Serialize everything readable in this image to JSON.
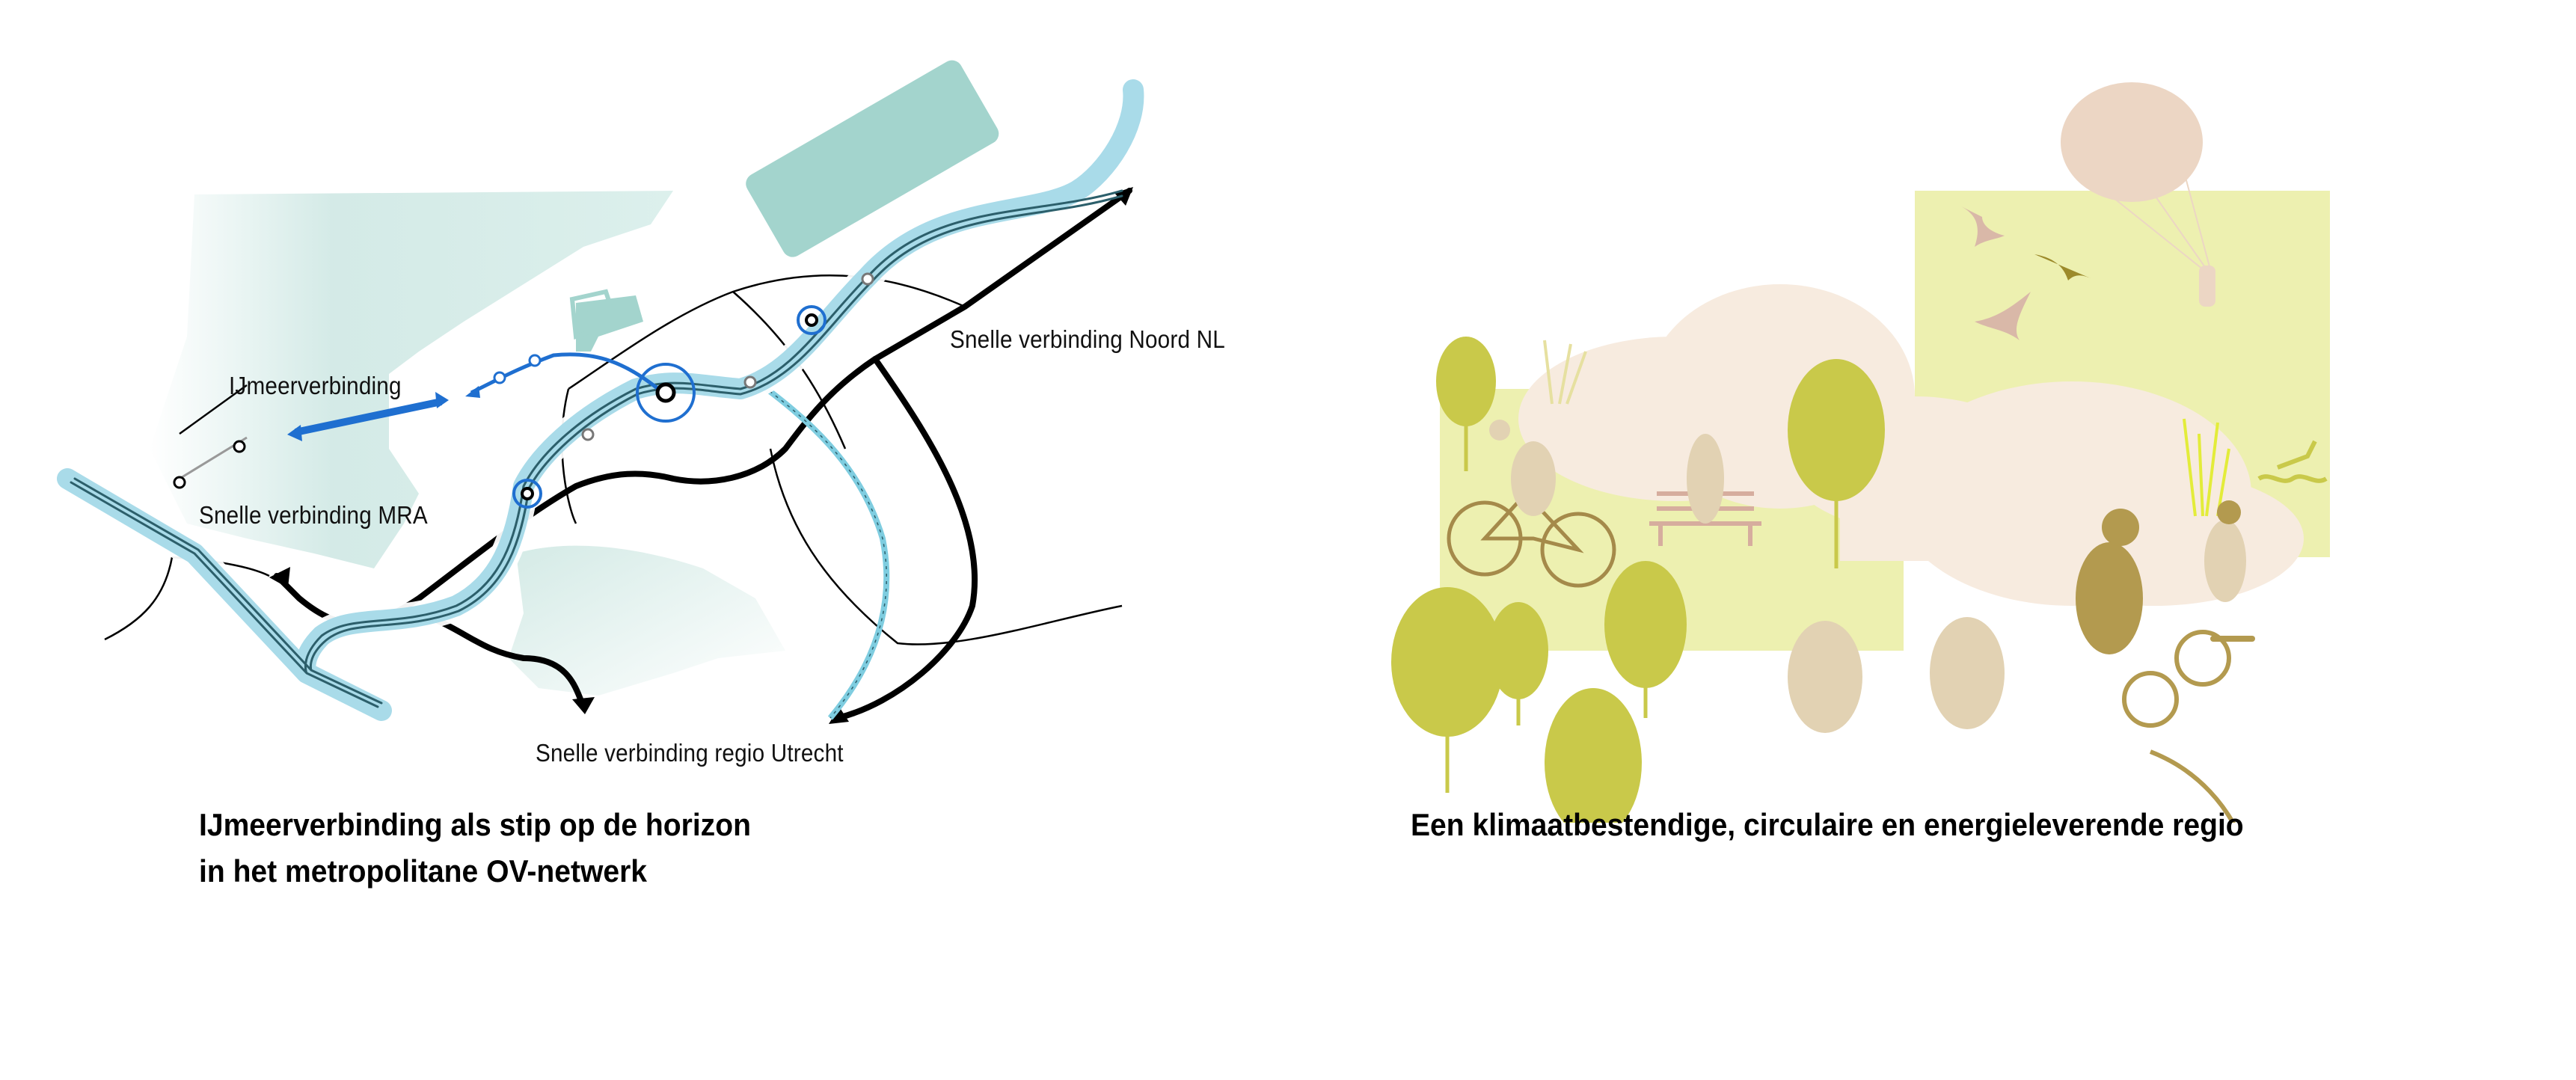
{
  "left_panel": {
    "map_labels": {
      "ijmeer": "IJmeerverbinding",
      "mra": "Snelle verbinding MRA",
      "noord": "Snelle verbinding Noord NL",
      "utrecht": "Snelle verbinding regio Utrecht"
    },
    "caption_line1": "IJmeerverbinding als stip op de horizon",
    "caption_line2": "in het metropolitane OV-netwerk",
    "colors": {
      "water": "#a3d4cd",
      "water_light": "#dcefec",
      "ov_corridor": "#a9dbe9",
      "ov_line": "#2c5f6b",
      "ijmeer_blue": "#1f6fd0",
      "road": "#000000",
      "utrecht_rail": "#7fcde0"
    }
  },
  "right_panel": {
    "caption": "Een klimaatbestendige, circulaire en energieleverende regio",
    "colors": {
      "field": "#edf0b0",
      "tree": "#c9c94a",
      "dune": "#f7ebdf",
      "figure": "#b39a4f",
      "figure_light": "#e2d2b3",
      "parachute": "#ecd6c4",
      "bird_pink": "#d9b8a8",
      "bird_olive": "#9c8a2b",
      "reed": "#e3ec3a"
    }
  }
}
